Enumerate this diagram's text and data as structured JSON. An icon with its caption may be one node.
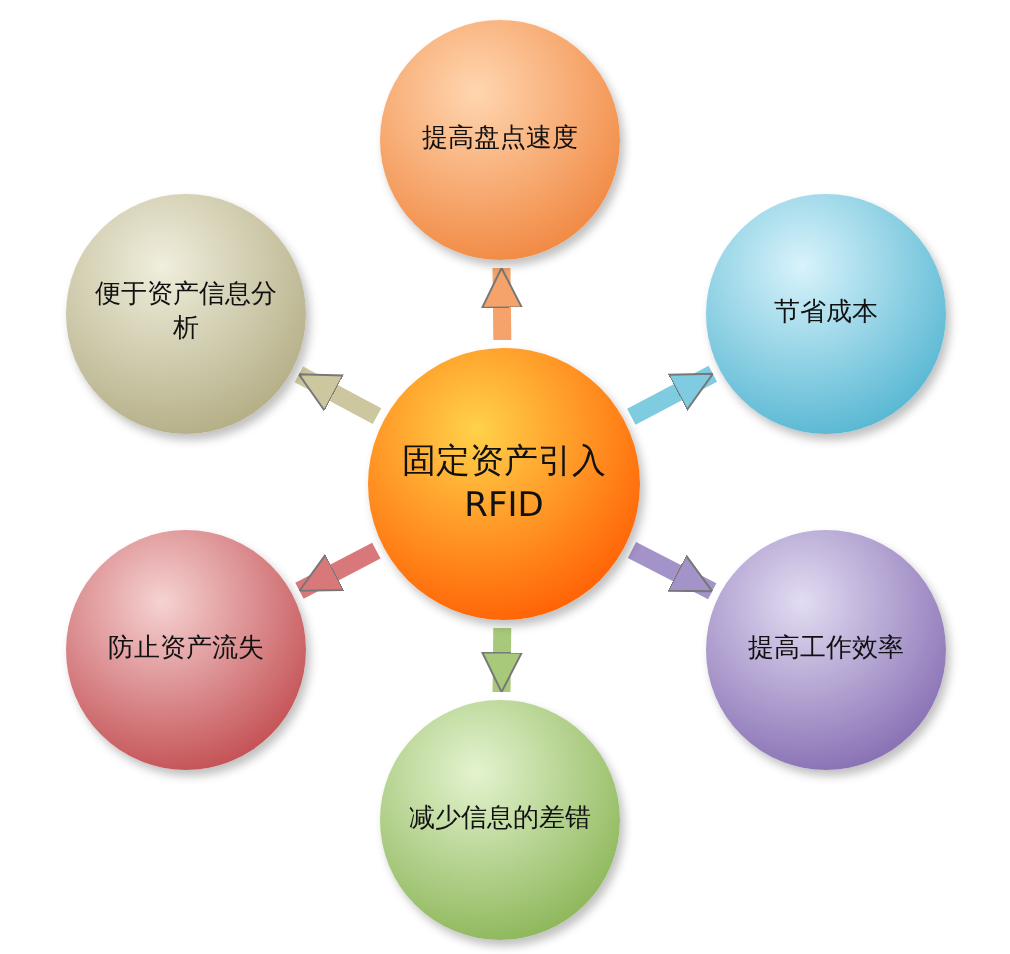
{
  "diagram": {
    "nodes": [
      {
        "text": [
          "固定资产引入RFID"
        ]
      },
      {
        "text": [
          "提高盘点速度"
        ]
      },
      {
        "text": [
          "节省成本"
        ]
      },
      {
        "text": [
          "提高工作效率"
        ]
      },
      {
        "text": [
          "减少信息的差错"
        ]
      },
      {
        "text": [
          "防止资产流失"
        ]
      },
      {
        "text": [
          "便于资产信息分析"
        ]
      }
    ],
    "edges": [
      {
        "from": 0,
        "to": 1,
        "arrow": "to",
        "color": "#f5a36a"
      },
      {
        "from": 0,
        "to": 2,
        "arrow": "to",
        "color": "#7fcbe0"
      },
      {
        "from": 0,
        "to": 3,
        "arrow": "to",
        "color": "#a393c9"
      },
      {
        "from": 0,
        "to": 4,
        "arrow": "to",
        "color": "#a8c97a"
      },
      {
        "from": 0,
        "to": 5,
        "arrow": "to",
        "color": "#d9787a"
      },
      {
        "from": 0,
        "to": 6,
        "arrow": "to",
        "color": "#cdc79f"
      }
    ]
  }
}
